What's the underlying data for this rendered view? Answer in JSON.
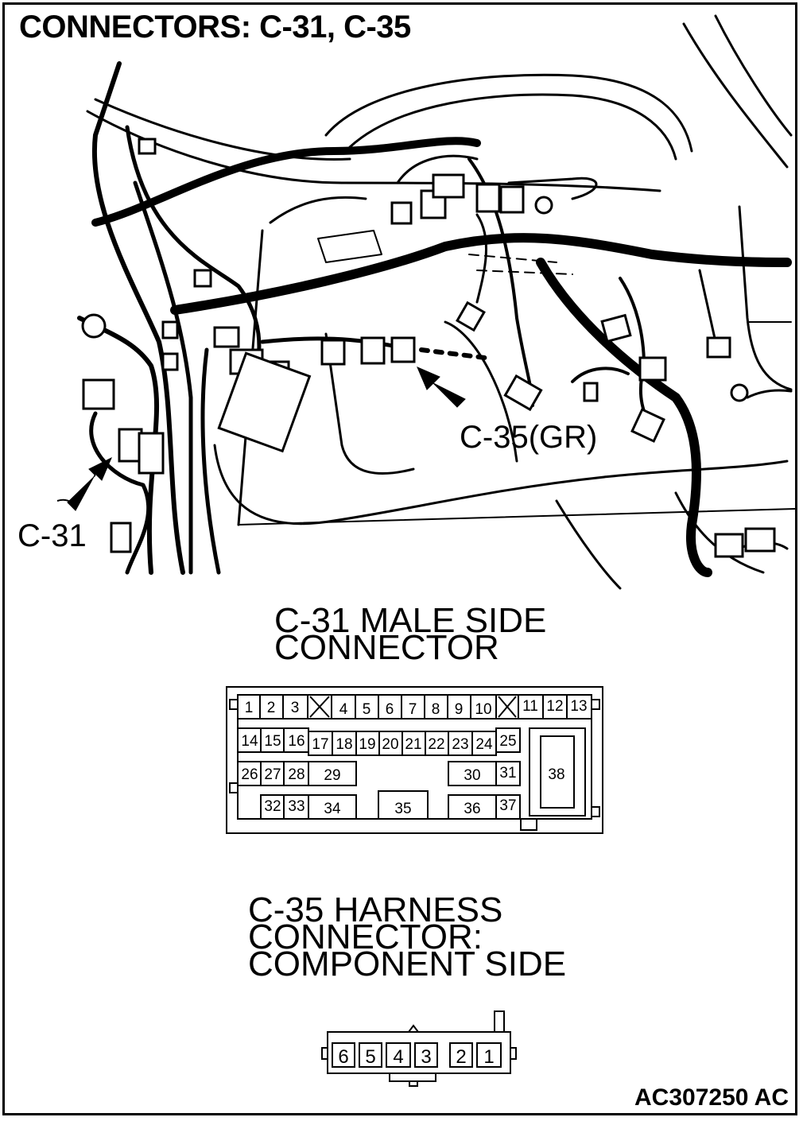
{
  "title": "CONNECTORS: C-31, C-35",
  "callouts": {
    "c35": "C-35(GR)",
    "c31": "C-31"
  },
  "c31_section": {
    "heading_lines": [
      "C-31 MALE SIDE",
      "CONNECTOR"
    ],
    "pins": [
      "1",
      "2",
      "3",
      "4",
      "5",
      "6",
      "7",
      "8",
      "9",
      "10",
      "11",
      "12",
      "13",
      "14",
      "15",
      "16",
      "17",
      "18",
      "19",
      "20",
      "21",
      "22",
      "23",
      "24",
      "25",
      "26",
      "27",
      "28",
      "29",
      "30",
      "31",
      "32",
      "33",
      "34",
      "35",
      "36",
      "37",
      "38"
    ]
  },
  "c35_section": {
    "heading_lines": [
      "C-35 HARNESS",
      "CONNECTOR:",
      "COMPONENT SIDE"
    ],
    "pins": [
      "6",
      "5",
      "4",
      "3",
      "2",
      "1"
    ]
  },
  "figure_code": "AC307250 AC",
  "icons": [
    "connector-block-icon",
    "arrow-icon",
    "ground-terminal-icon"
  ]
}
